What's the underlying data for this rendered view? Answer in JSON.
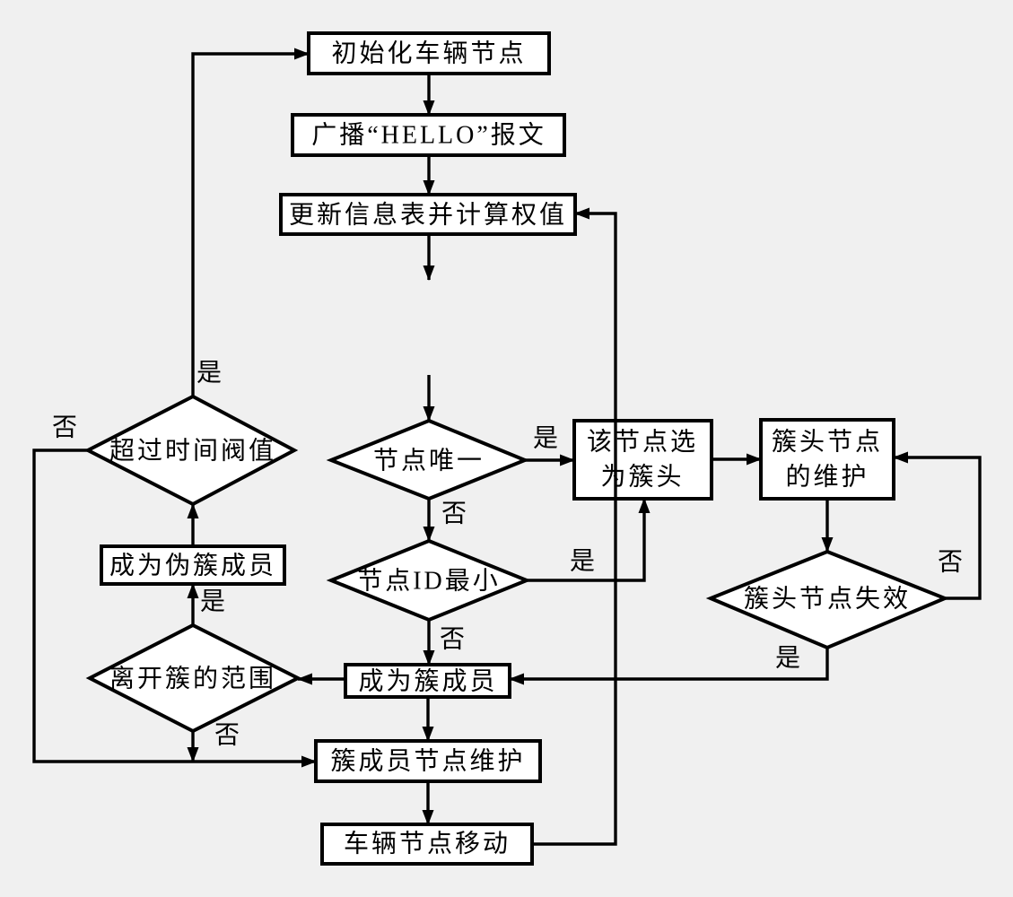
{
  "diagram": {
    "type": "flowchart",
    "language": "zh-CN",
    "colors": {
      "background": "#f0f0f0",
      "shape_fill": "#ffffff",
      "line": "#000000",
      "text": "#000000"
    },
    "nodes": {
      "init": {
        "type": "process",
        "label": "初始化车辆节点"
      },
      "broadcast": {
        "type": "process",
        "label": "广播“HELLO”报文"
      },
      "update": {
        "type": "process",
        "label": "更新信息表并计算权值"
      },
      "unique": {
        "type": "decision",
        "label": "节点唯一"
      },
      "id_min": {
        "type": "decision",
        "label": "节点ID最小"
      },
      "selected_head": {
        "type": "process",
        "label": "该节点选为簇头",
        "line1": "该节点选",
        "line2": "为簇头"
      },
      "head_maintain": {
        "type": "process",
        "label": "簇头节点的维护",
        "line1": "簇头节点",
        "line2": "的维护"
      },
      "head_fail": {
        "type": "decision",
        "label": "簇头节点失效"
      },
      "timeout": {
        "type": "decision",
        "label": "超过时间阀值"
      },
      "pseudo_member": {
        "type": "process",
        "label": "成为伪簇成员"
      },
      "leave_range": {
        "type": "decision",
        "label": "离开簇的范围"
      },
      "become_member": {
        "type": "process",
        "label": "成为簇成员"
      },
      "member_maintain": {
        "type": "process",
        "label": "簇成员节点维护"
      },
      "node_move": {
        "type": "process",
        "label": "车辆节点移动"
      }
    },
    "edge_labels": {
      "timeout_yes": "是",
      "timeout_no": "否",
      "unique_yes": "是",
      "unique_no": "否",
      "id_min_yes": "是",
      "id_min_no": "否",
      "leave_yes": "是",
      "leave_no": "否",
      "head_fail_yes": "是",
      "head_fail_no": "否"
    }
  }
}
